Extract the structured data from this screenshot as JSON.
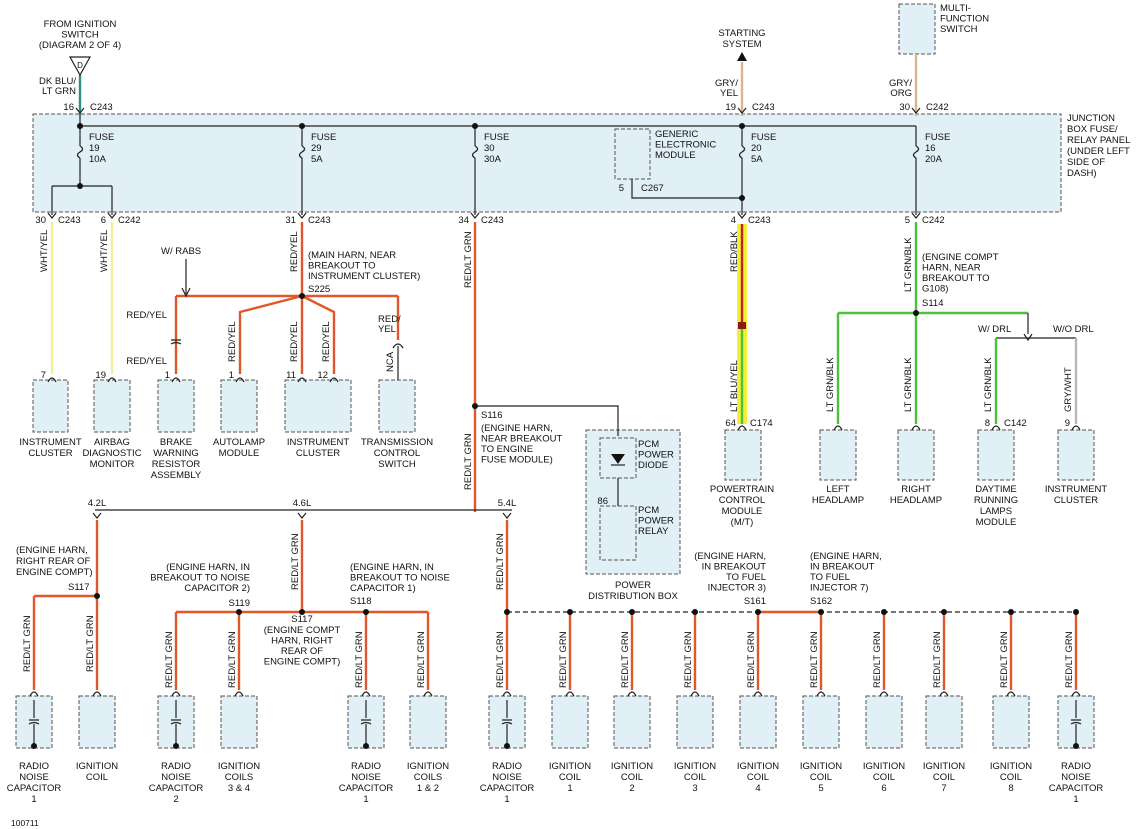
{
  "colors": {
    "red": "#e2572a",
    "green": "#4cc23a",
    "yellow": "#f1ef9a",
    "tan": "#d8b58a",
    "gray": "#b8b8b8",
    "teal": "#2f8f7e",
    "box_fill": "#e1eff7",
    "highlight": "#f2ee3a"
  },
  "diagram_id": "100711",
  "top": {
    "ign_src": [
      "FROM IGNITION",
      "SWITCH",
      "(DIAGRAM 2 OF 4)"
    ],
    "ign_connector_letter": "D",
    "ign_wire": [
      "DK BLU/",
      "LT GRN"
    ],
    "ign_pin": "16",
    "ign_conn": "C243",
    "starting": [
      "STARTING",
      "SYSTEM"
    ],
    "start_wire": [
      "GRY/",
      "YEL"
    ],
    "start_pin": "19",
    "start_conn": "C243",
    "multi": [
      "MULTI-",
      "FUNCTION",
      "SWITCH"
    ],
    "multi_wire": [
      "GRY/",
      "ORG"
    ],
    "multi_pin": "30",
    "multi_conn": "C242"
  },
  "junction_box": {
    "label": [
      "JUNCTION",
      "BOX FUSE/",
      "RELAY PANEL",
      "(UNDER LEFT",
      "SIDE OF",
      "DASH)"
    ],
    "fuses": [
      [
        "FUSE",
        "19",
        "10A"
      ],
      [
        "FUSE",
        "29",
        "5A"
      ],
      [
        "FUSE",
        "30",
        "30A"
      ],
      [
        "FUSE",
        "20",
        "5A"
      ],
      [
        "FUSE",
        "16",
        "20A"
      ]
    ],
    "gem": [
      "GENERIC",
      "ELECTRONIC",
      "MODULE"
    ],
    "gem_pin": "5",
    "gem_conn": "C267",
    "out_pins": [
      "30",
      "6",
      "31",
      "34",
      "4",
      "5"
    ],
    "out_conns": [
      "C243",
      "C242",
      "C243",
      "C243",
      "C243",
      "C242"
    ]
  },
  "left": {
    "wire_wht_yel": "WHT/YEL",
    "w_rabs": "W/ RABS",
    "red_yel": "RED/YEL",
    "red_yel_split": [
      "RED/",
      "YEL"
    ],
    "nca": "NCA",
    "s225_desc": [
      "(MAIN HARN, NEAR",
      "BREAKOUT TO",
      "INSTRUMENT CLUSTER)"
    ],
    "s225": "S225",
    "components": [
      {
        "pin": "7",
        "name": [
          "INSTRUMENT",
          "CLUSTER"
        ]
      },
      {
        "pin": "19",
        "name": [
          "AIRBAG",
          "DIAGNOSTIC",
          "MONITOR"
        ]
      },
      {
        "pin": "1",
        "name": [
          "BRAKE",
          "WARNING",
          "RESISTOR",
          "ASSEMBLY"
        ]
      },
      {
        "pin": "1",
        "name": [
          "AUTOLAMP",
          "MODULE"
        ]
      },
      {
        "pin": "11",
        "pin2": "12",
        "name": [
          "INSTRUMENT",
          "CLUSTER"
        ]
      },
      {
        "pin": "",
        "name": [
          "TRANSMISSION",
          "CONTROL",
          "SWITCH"
        ]
      }
    ]
  },
  "center": {
    "red_lt_grn": "RED/LT GRN",
    "s116": "S116",
    "s116_desc": [
      "(ENGINE HARN,",
      "NEAR BREAKOUT",
      "TO ENGINE",
      "FUSE MODULE)"
    ],
    "pdb": [
      "POWER",
      "DISTRIBUTION BOX"
    ],
    "pcm_diode": [
      "PCM",
      "POWER",
      "DIODE"
    ],
    "pcm_relay": [
      "PCM",
      "POWER",
      "RELAY"
    ],
    "relay_pin": "86",
    "engine_labels": [
      "4.2L",
      "4.6L",
      "5.4L"
    ]
  },
  "right": {
    "red_blk": "RED/BLK",
    "lt_blu_yel": "LT BLU/YEL",
    "pcm_pin": "64",
    "pcm_conn": "C174",
    "pcm_name": [
      "POWERTRAIN",
      "CONTROL",
      "MODULE",
      "(M/T)"
    ],
    "lt_grn_blk": "LT GRN/BLK",
    "gry_wht": "GRY/WHT",
    "s114_desc": [
      "(ENGINE COMPT",
      "HARN, NEAR",
      "BREAKOUT TO",
      "G108)"
    ],
    "s114": "S114",
    "w_drl": "W/ DRL",
    "wo_drl": "W/O DRL",
    "drl_pin": "8",
    "drl_conn": "C142",
    "ic_pin": "9",
    "components": [
      [
        "LEFT",
        "HEADLAMP"
      ],
      [
        "RIGHT",
        "HEADLAMP"
      ],
      [
        "DAYTIME",
        "RUNNING",
        "LAMPS",
        "MODULE"
      ],
      [
        "INSTRUMENT",
        "CLUSTER"
      ]
    ]
  },
  "bottom": {
    "s117_a_desc": [
      "(ENGINE HARN,",
      "RIGHT REAR OF",
      "ENGINE COMPT)"
    ],
    "s117_a": "S117",
    "s119_desc": [
      "(ENGINE HARN, IN",
      "BREAKOUT TO NOISE",
      "CAPACITOR 2)"
    ],
    "s119": "S119",
    "s117_b": "S117",
    "s117_b_desc": [
      "(ENGINE COMPT",
      "HARN, RIGHT",
      "REAR OF",
      "ENGINE COMPT)"
    ],
    "s118_desc": [
      "(ENGINE HARN, IN",
      "BREAKOUT TO NOISE",
      "CAPACITOR 1)"
    ],
    "s118": "S118",
    "s161_desc": [
      "(ENGINE HARN,",
      "IN BREAKOUT",
      "TO FUEL",
      "INJECTOR 3)"
    ],
    "s161": "S161",
    "s162_desc": [
      "(ENGINE HARN,",
      "IN BREAKOUT",
      "TO FUEL",
      "INJECTOR 7)"
    ],
    "s162": "S162",
    "components": [
      [
        "RADIO",
        "NOISE",
        "CAPACITOR",
        "1"
      ],
      [
        "IGNITION",
        "COIL"
      ],
      [
        "RADIO",
        "NOISE",
        "CAPACITOR",
        "2"
      ],
      [
        "IGNITION",
        "COILS",
        "3 & 4"
      ],
      [
        "RADIO",
        "NOISE",
        "CAPACITOR",
        "1"
      ],
      [
        "IGNITION",
        "COILS",
        "1 & 2"
      ],
      [
        "RADIO",
        "NOISE",
        "CAPACITOR",
        "1"
      ],
      [
        "IGNITION",
        "COIL",
        "1"
      ],
      [
        "IGNITION",
        "COIL",
        "2"
      ],
      [
        "IGNITION",
        "COIL",
        "3"
      ],
      [
        "IGNITION",
        "COIL",
        "4"
      ],
      [
        "IGNITION",
        "COIL",
        "5"
      ],
      [
        "IGNITION",
        "COIL",
        "6"
      ],
      [
        "IGNITION",
        "COIL",
        "7"
      ],
      [
        "IGNITION",
        "COIL",
        "8"
      ],
      [
        "RADIO",
        "NOISE",
        "CAPACITOR",
        "1"
      ]
    ]
  }
}
